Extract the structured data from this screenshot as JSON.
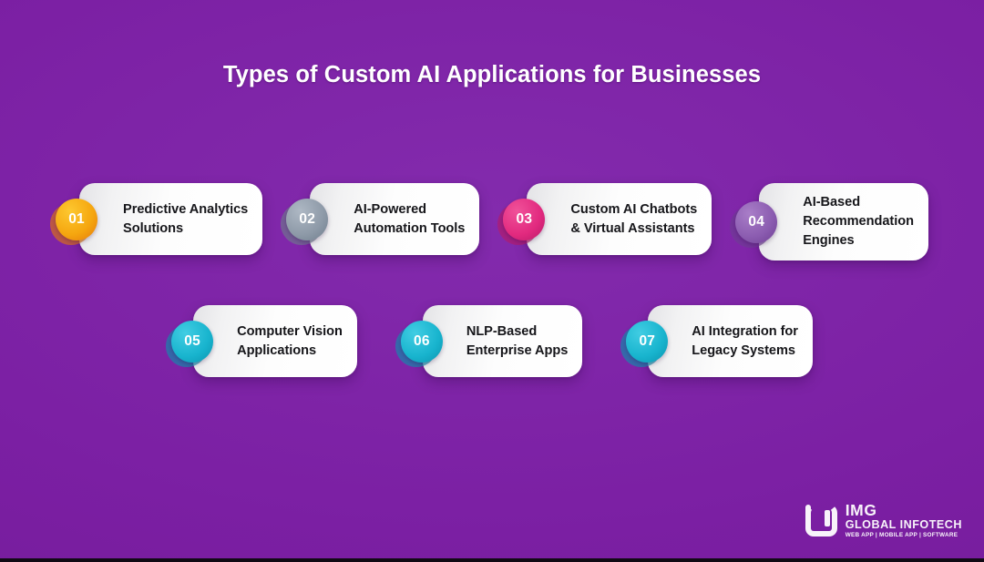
{
  "page": {
    "title": "Types of Custom AI Applications for Businesses",
    "background_color": "#7a1fa2",
    "title_color": "#ffffff",
    "card_background_color": "#ffffff",
    "card_text_color": "#16161a"
  },
  "rows": [
    {
      "name": "row-1",
      "cards": [
        {
          "number": "01",
          "label": "Predictive Analytics\nSolutions",
          "badge_color": "#f5a60f",
          "badge_color_dark": "#e4780c",
          "badge_color_light": "#fdc830"
        },
        {
          "number": "02",
          "label": "AI-Powered\nAutomation Tools",
          "badge_color": "#8e9aa8",
          "badge_color_dark": "#6f7e8d",
          "badge_color_light": "#aeb8c4"
        },
        {
          "number": "03",
          "label": "Custom AI Chatbots\n& Virtual Assistants",
          "badge_color": "#e22a7f",
          "badge_color_dark": "#b81a68",
          "badge_color_light": "#f0529a"
        },
        {
          "number": "04",
          "label": "AI-Based\nRecommendation\nEngines",
          "badge_color": "#8b5cb0",
          "badge_color_dark": "#6e3f93",
          "badge_color_light": "#a97ec8"
        }
      ]
    },
    {
      "name": "row-2",
      "cards": [
        {
          "number": "05",
          "label": "Computer Vision\nApplications",
          "badge_color": "#18b4ce",
          "badge_color_dark": "#0b93ae",
          "badge_color_light": "#41cde3"
        },
        {
          "number": "06",
          "label": "NLP-Based\nEnterprise Apps",
          "badge_color": "#18b4ce",
          "badge_color_dark": "#0b93ae",
          "badge_color_light": "#41cde3"
        },
        {
          "number": "07",
          "label": "AI Integration for\nLegacy Systems",
          "badge_color": "#18b4ce",
          "badge_color_dark": "#0b93ae",
          "badge_color_light": "#41cde3"
        }
      ]
    }
  ],
  "logo": {
    "mark": "img-logo-mark",
    "name": "IMG",
    "subtitle": "GLOBAL INFOTECH",
    "tagline": "WEB APP | MOBILE APP | SOFTWARE"
  }
}
